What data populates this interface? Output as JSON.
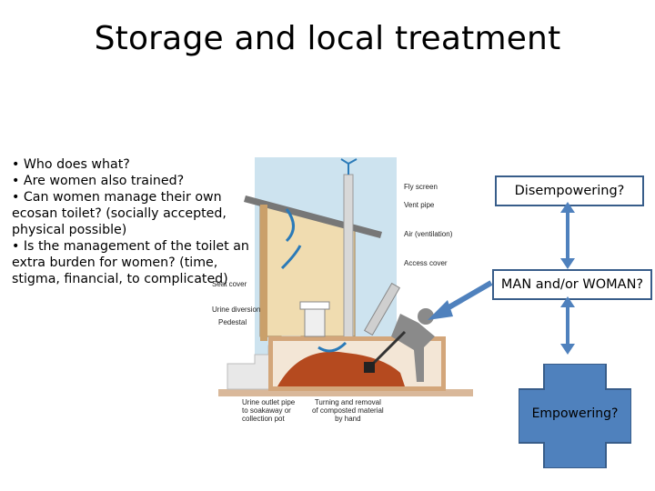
{
  "title": "Storage and local treatment",
  "bullets": [
    "• Who does what?",
    "• Are women also trained?",
    "• Can women manage their own ecosan toilet? (socially accepted, physical possible)",
    "• Is the management of the toilet an extra burden for women? (time, stigma, financial, to complicated)"
  ],
  "figure_labels": {
    "fly_screen": "Fly screen",
    "vent_pipe": "Vent pipe",
    "air": "Air (ventilation)",
    "access_cover": "Access cover",
    "seat_cover": "Seat cover",
    "urine_diversion": "Urine diversion",
    "pedestal": "Pedestal",
    "urine_outlet": [
      "Urine outlet pipe",
      "to soakaway or",
      "collection pot"
    ],
    "turning": [
      "Turning and removal",
      "of composted material",
      "by hand"
    ]
  },
  "boxes": {
    "top": "Disempowering?",
    "middle": "MAN and/or WOMAN?",
    "bottom": "Empowering?"
  },
  "colors": {
    "box_border": "#385d8a",
    "arrow": "#4f81bd",
    "cross_fill": "#4f81bd"
  }
}
